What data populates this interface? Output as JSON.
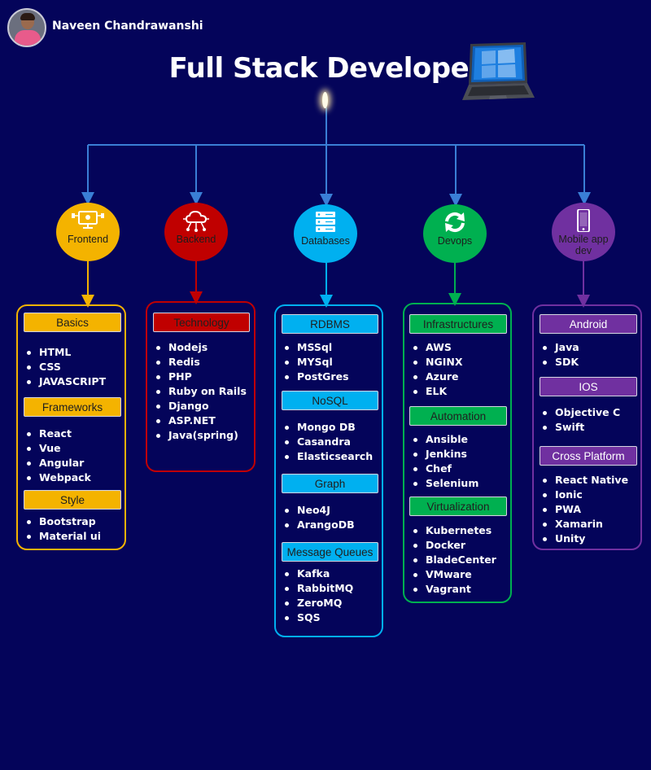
{
  "author": {
    "name": "Naveen Chandrawanshi",
    "avatar_icon": "person-photo"
  },
  "title": "Full Stack Developer",
  "colors": {
    "background": "#04045a",
    "connector": "#3a7fd6",
    "frontend": "#f4b300",
    "backend": "#c00000",
    "databases": "#00b0f0",
    "devops": "#00b050",
    "mobile": "#7030a0"
  },
  "categories": [
    {
      "label": "Frontend",
      "icon": "monitor-network-icon",
      "groups": [
        {
          "header": "Basics",
          "items": [
            "HTML",
            "CSS",
            "JAVASCRIPT"
          ]
        },
        {
          "header": "Frameworks",
          "items": [
            "React",
            "Vue",
            "Angular",
            "Webpack"
          ]
        },
        {
          "header": "Style",
          "items": [
            "Bootstrap",
            "Material ui"
          ]
        }
      ]
    },
    {
      "label": "Backend",
      "icon": "cloud-network-icon",
      "groups": [
        {
          "header": "Technology",
          "items": [
            "Nodejs",
            "Redis",
            "PHP",
            "Ruby on Rails",
            "Django",
            "ASP.NET",
            "Java(spring)"
          ]
        }
      ]
    },
    {
      "label": "Databases",
      "icon": "server-icon",
      "groups": [
        {
          "header": "RDBMS",
          "items": [
            "MSSql",
            "MYSql",
            "PostGres"
          ]
        },
        {
          "header": "NoSQL",
          "items": [
            "Mongo DB",
            "Casandra",
            "Elasticsearch"
          ]
        },
        {
          "header": "Graph",
          "items": [
            "Neo4J",
            "ArangoDB"
          ]
        },
        {
          "header": "Message Queues",
          "items": [
            "Kafka",
            "RabbitMQ",
            "ZeroMQ",
            "SQS"
          ]
        }
      ]
    },
    {
      "label": "Devops",
      "icon": "sync-arrows-icon",
      "groups": [
        {
          "header": "Infrastructures",
          "items": [
            "AWS",
            "NGINX",
            "Azure",
            "ELK"
          ]
        },
        {
          "header": "Automation",
          "items": [
            "Ansible",
            "Jenkins",
            "Chef",
            "Selenium"
          ]
        },
        {
          "header": "Virtualization",
          "items": [
            "Kubernetes",
            "Docker",
            "BladeCenter",
            "VMware",
            "Vagrant"
          ]
        }
      ]
    },
    {
      "label": "Mobile app dev",
      "icon": "smartphone-icon",
      "groups": [
        {
          "header": "Android",
          "items": [
            "Java",
            "SDK"
          ]
        },
        {
          "header": "IOS",
          "items": [
            "Objective C",
            "Swift"
          ]
        },
        {
          "header": "Cross Platform",
          "items": [
            "React Native",
            "Ionic",
            "PWA",
            "Xamarin",
            "Unity"
          ]
        }
      ]
    }
  ]
}
